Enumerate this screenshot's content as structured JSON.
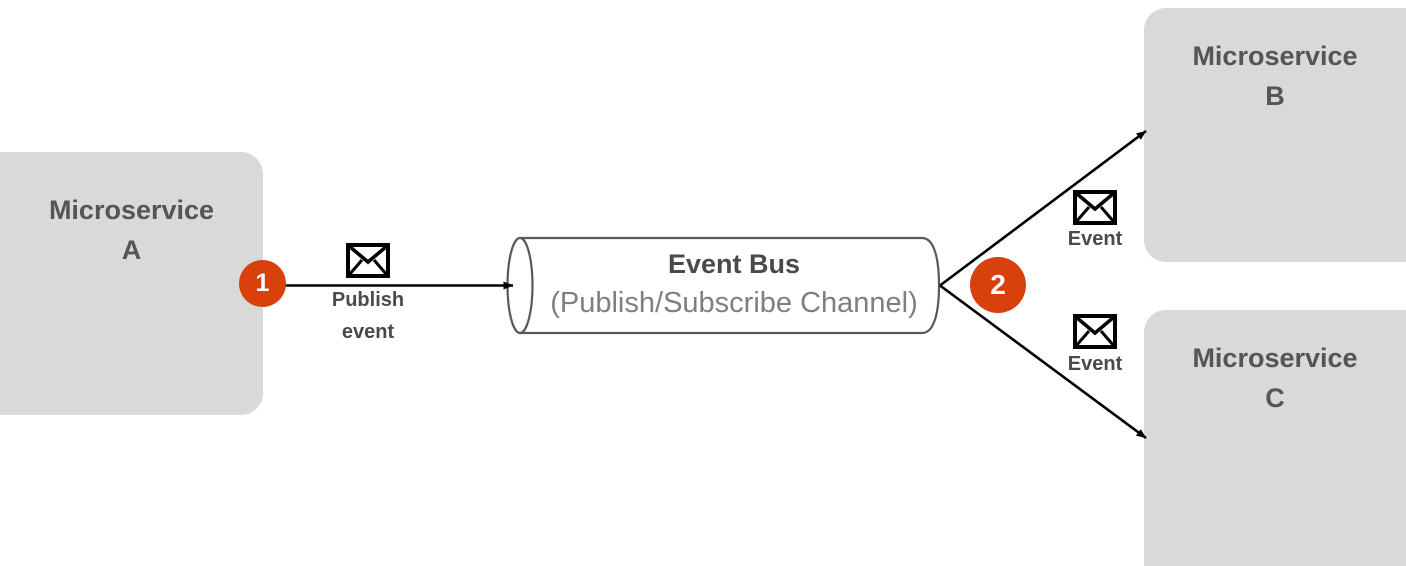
{
  "diagram": {
    "title": "Event Bus publish/subscribe between microservices",
    "background": "#ffffff",
    "node_fill": "#d9d9d9",
    "node_text_color": "#555555",
    "accent_color": "#d8410c",
    "line_color": "#000000",
    "bus_stroke": "#595959"
  },
  "nodes": [
    {
      "id": "microservice-a",
      "line1": "Microservice",
      "line2": "A"
    },
    {
      "id": "microservice-b",
      "line1": "Microservice",
      "line2": "B"
    },
    {
      "id": "microservice-c",
      "line1": "Microservice",
      "line2": "C"
    }
  ],
  "bus": {
    "title": "Event Bus",
    "subtitle": "(Publish/Subscribe Channel)"
  },
  "badges": [
    {
      "id": "step-1",
      "label": "1"
    },
    {
      "id": "step-2",
      "label": "2"
    }
  ],
  "edges": [
    {
      "id": "publish-edge",
      "label_line1": "Publish",
      "label_line2": "event",
      "icon": "envelope-icon"
    },
    {
      "id": "subscribe-edge-b",
      "label_line1": "Event",
      "icon": "envelope-icon"
    },
    {
      "id": "subscribe-edge-c",
      "label_line1": "Event",
      "icon": "envelope-icon"
    }
  ]
}
